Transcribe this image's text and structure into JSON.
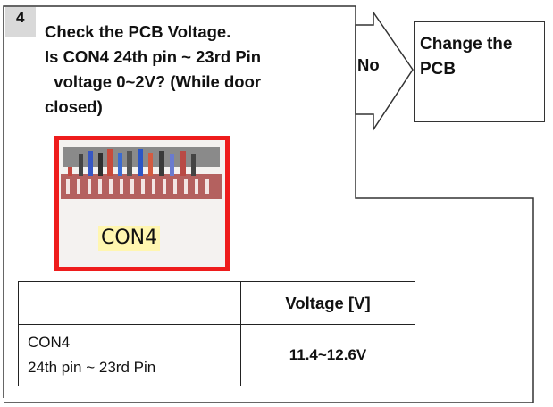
{
  "step": {
    "number": "4"
  },
  "question": {
    "lines": [
      "Check the PCB Voltage.",
      "Is CON4 24th pin ~ 23rd Pin",
      "  voltage 0~2V? (While door",
      "closed)"
    ]
  },
  "branch": {
    "label": "No"
  },
  "result": {
    "lines": [
      "Change the",
      "PCB"
    ]
  },
  "photo": {
    "label": "CON4"
  },
  "table": {
    "headers": [
      "",
      "Voltage [V]"
    ],
    "rows": [
      {
        "parameter": [
          "CON4",
          "24th pin ~ 23rd Pin"
        ],
        "value": "11.4~12.6V"
      }
    ]
  },
  "colors": {
    "photo_border": "#ee1c1c",
    "label_highlight": "#fff6b0",
    "step_badge": "#d9d9d9"
  }
}
